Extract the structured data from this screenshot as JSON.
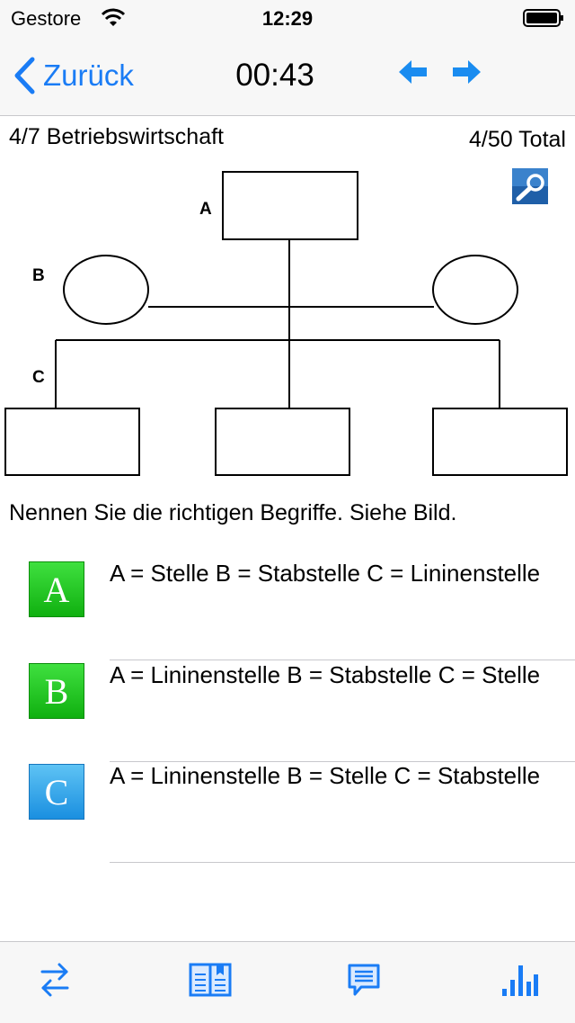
{
  "status_bar": {
    "carrier": "Gestore",
    "time": "12:29"
  },
  "nav": {
    "back_label": "Zurück",
    "timer": "00:43"
  },
  "info": {
    "category": "4/7 Betriebswirtschaft",
    "total": "4/50 Total"
  },
  "diagram": {
    "label_a": "A",
    "label_b": "B",
    "label_c": "C"
  },
  "question": "Nennen Sie die richtigen Begriffe. Siehe Bild.",
  "answers": [
    {
      "letter": "A",
      "text": "A = Stelle B = Stabstelle C = Lininenstelle",
      "color": "#22c922"
    },
    {
      "letter": "B",
      "text": "A = Lininenstelle B = Stabstelle C = Stelle",
      "color": "#22c922"
    },
    {
      "letter": "C",
      "text": "A = Lininenstelle B = Stelle C = Stabstelle",
      "color": "#2a9ee8"
    }
  ],
  "colors": {
    "accent": "#1a7cf5",
    "arrow": "#1a8cf0"
  },
  "tabs": [
    "swap-arrows-icon",
    "book-icon",
    "comment-icon",
    "statistics-icon"
  ]
}
